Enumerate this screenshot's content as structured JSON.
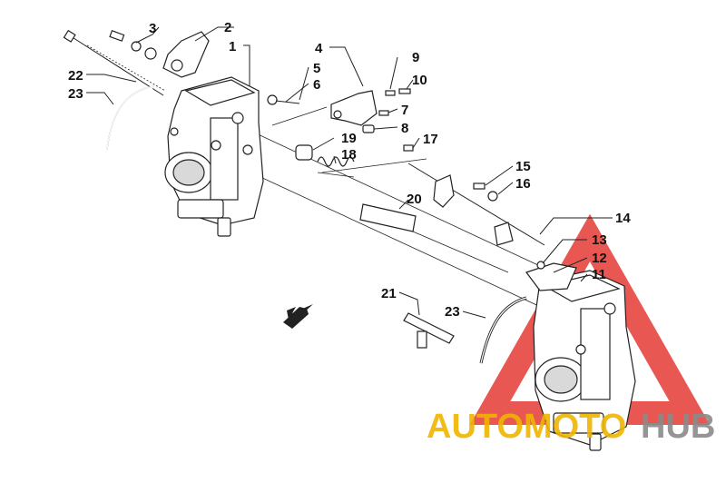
{
  "callouts": [
    {
      "id": "c1",
      "label": "1"
    },
    {
      "id": "c2",
      "label": "2"
    },
    {
      "id": "c3",
      "label": "3"
    },
    {
      "id": "c4",
      "label": "4"
    },
    {
      "id": "c5",
      "label": "5"
    },
    {
      "id": "c6",
      "label": "6"
    },
    {
      "id": "c7",
      "label": "7"
    },
    {
      "id": "c8",
      "label": "8"
    },
    {
      "id": "c9",
      "label": "9"
    },
    {
      "id": "c10",
      "label": "10"
    },
    {
      "id": "c11",
      "label": "11"
    },
    {
      "id": "c12",
      "label": "12"
    },
    {
      "id": "c13",
      "label": "13"
    },
    {
      "id": "c14",
      "label": "14"
    },
    {
      "id": "c15",
      "label": "15"
    },
    {
      "id": "c16",
      "label": "16"
    },
    {
      "id": "c17",
      "label": "17"
    },
    {
      "id": "c18",
      "label": "18"
    },
    {
      "id": "c19",
      "label": "19"
    },
    {
      "id": "c20",
      "label": "20"
    },
    {
      "id": "c21",
      "label": "21"
    },
    {
      "id": "c22",
      "label": "22"
    },
    {
      "id": "c23a",
      "label": "23"
    },
    {
      "id": "c23b",
      "label": "23"
    }
  ],
  "watermark": {
    "text_part1": "AUTOMOTO",
    "text_part2": "HUB",
    "color_primary": "#f0b400",
    "color_secondary": "#8a8a8a",
    "logo_color": "#e53935"
  },
  "colors": {
    "line": "#222222",
    "background": "#ffffff"
  },
  "direction_arrow_icon": "arrow-lower-left-icon"
}
